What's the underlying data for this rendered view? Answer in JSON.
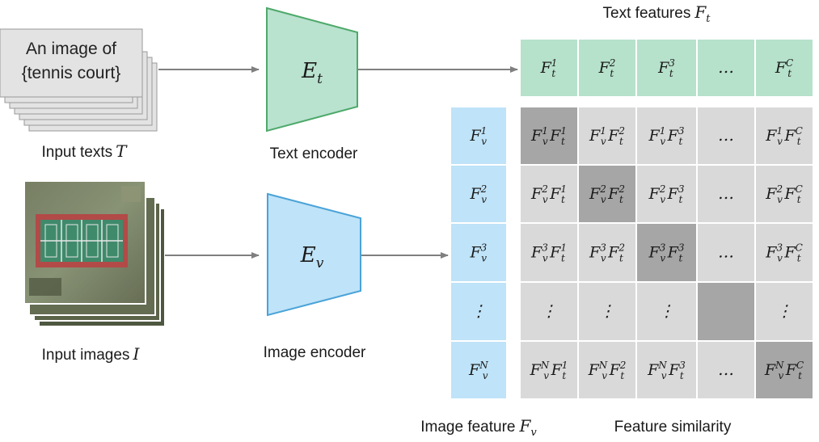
{
  "input_text": {
    "line1": "An image of",
    "line2": "{tennis court}",
    "caption": "Input texts",
    "caption_sym": "T"
  },
  "input_image": {
    "caption": "Input images",
    "caption_sym": "I"
  },
  "text_encoder": {
    "symbol": "E",
    "sub": "t",
    "caption": "Text encoder",
    "color": "#b9e2cf",
    "stroke": "#4ea96a"
  },
  "image_encoder": {
    "symbol": "E",
    "sub": "v",
    "caption": "Image encoder",
    "color": "#bfe3f8",
    "stroke": "#4aa3d8"
  },
  "text_features": {
    "title": "Text features",
    "title_sym": "F",
    "title_sub": "t",
    "color": "#b6e1cb",
    "cells": [
      {
        "sub": "t",
        "sup": "1"
      },
      {
        "sub": "t",
        "sup": "2"
      },
      {
        "sub": "t",
        "sup": "3"
      },
      {
        "ellipsis": "…"
      },
      {
        "sub": "t",
        "sup": "C"
      }
    ]
  },
  "image_features": {
    "caption": "Image feature",
    "caption_sym": "F",
    "caption_sub": "v",
    "color": "#bfe3f8",
    "cells": [
      {
        "sub": "v",
        "sup": "1"
      },
      {
        "sub": "v",
        "sup": "2"
      },
      {
        "sub": "v",
        "sup": "3"
      },
      {
        "vellipsis": "⋮"
      },
      {
        "sub": "v",
        "sup": "N"
      }
    ]
  },
  "similarity": {
    "caption": "Feature similarity",
    "cell_color": "#d9d9d9",
    "diag_color": "#a6a6a6",
    "row_sups": [
      "1",
      "2",
      "3",
      "",
      "N"
    ],
    "col_sups": [
      "1",
      "2",
      "3",
      "",
      "C"
    ]
  },
  "ellipsis": "…",
  "vellipsis": "⋮"
}
